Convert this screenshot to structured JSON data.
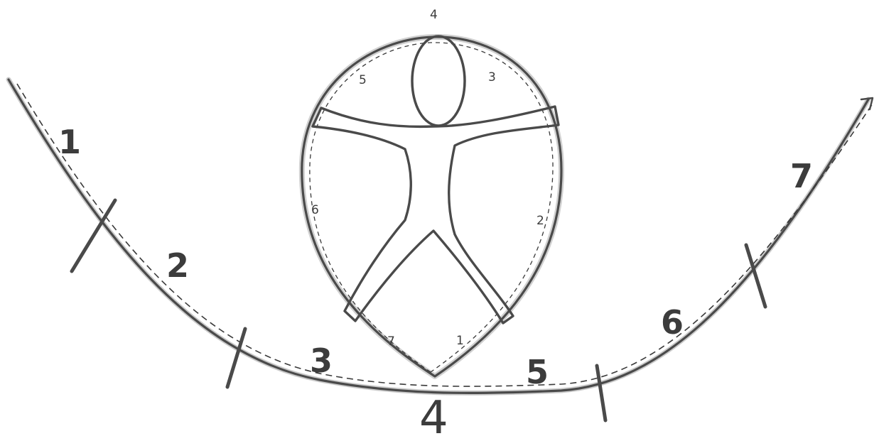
{
  "arc_labels": [
    "1",
    "2",
    "3",
    "4",
    "5",
    "6",
    "7"
  ],
  "circle_labels": {
    "top": "4",
    "upper_left": "5",
    "upper_right": "3",
    "left": "6",
    "right": "2",
    "bottom_left": "7",
    "bottom_right": "1"
  },
  "colors": {
    "stroke": "#4a4a4a",
    "dash": "#3a3a3a",
    "text": "#3c3c3c",
    "background": "#ffffff"
  }
}
